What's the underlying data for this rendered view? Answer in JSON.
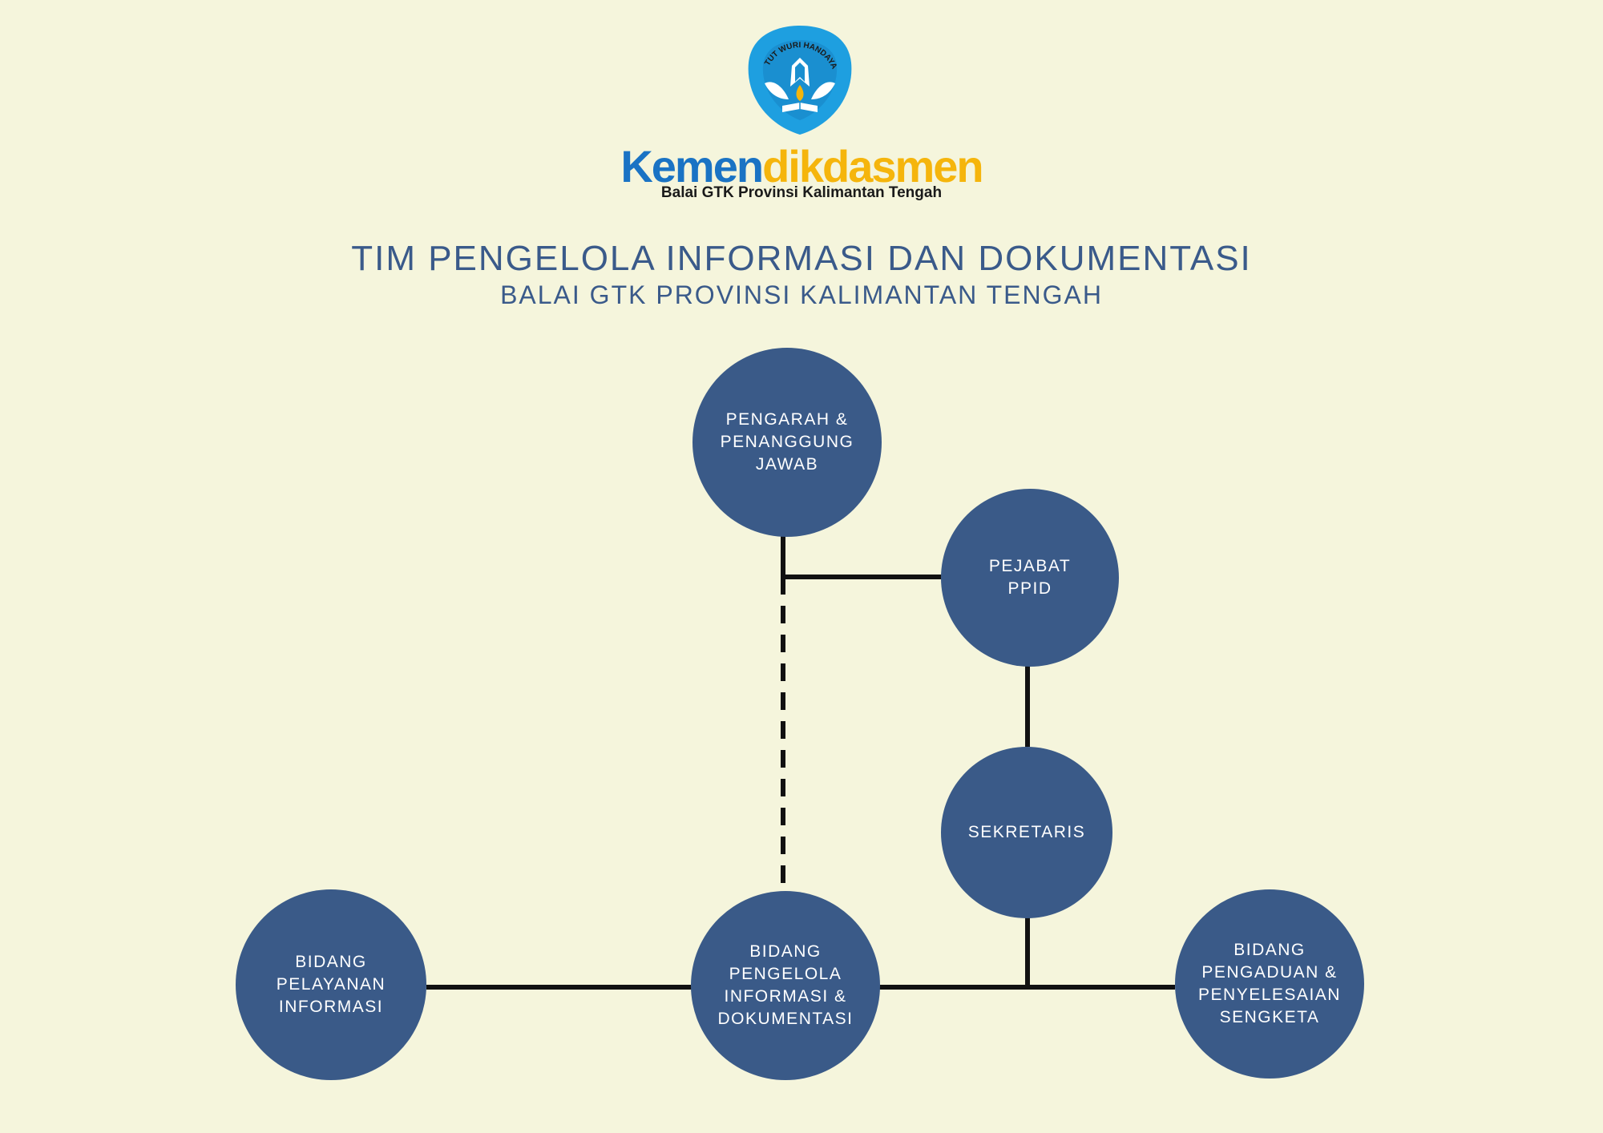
{
  "header": {
    "brand_part1": "Kemen",
    "brand_part2": "dikdasmen",
    "brand_subtitle": "Balai GTK Provinsi Kalimantan Tengah",
    "logo_text": "TUT WURI HANDAYANI"
  },
  "title": "TIM PENGELOLA INFORMASI DAN DOKUMENTASI",
  "subtitle": "BALAI GTK PROVINSI KALIMANTAN TENGAH",
  "nodes": {
    "pengarah": "PENGARAH &\nPENANGGUNG\nJAWAB",
    "pejabat": "PEJABAT\nPPID",
    "sekretaris": "SEKRETARIS",
    "pelayanan": "BIDANG\nPELAYANAN\nINFORMASI",
    "pengelola": "BIDANG\nPENGELOLA\nINFORMASI &\nDOKUMENTASI",
    "pengaduan": "BIDANG\nPENGADUAN &\nPENYELESAIAN\nSENGKETA"
  },
  "colors": {
    "background": "#f5f5dc",
    "node": "#3a5a88",
    "title": "#3a5a8a",
    "brand_blue": "#1a73c4",
    "brand_orange": "#f5b50c"
  }
}
